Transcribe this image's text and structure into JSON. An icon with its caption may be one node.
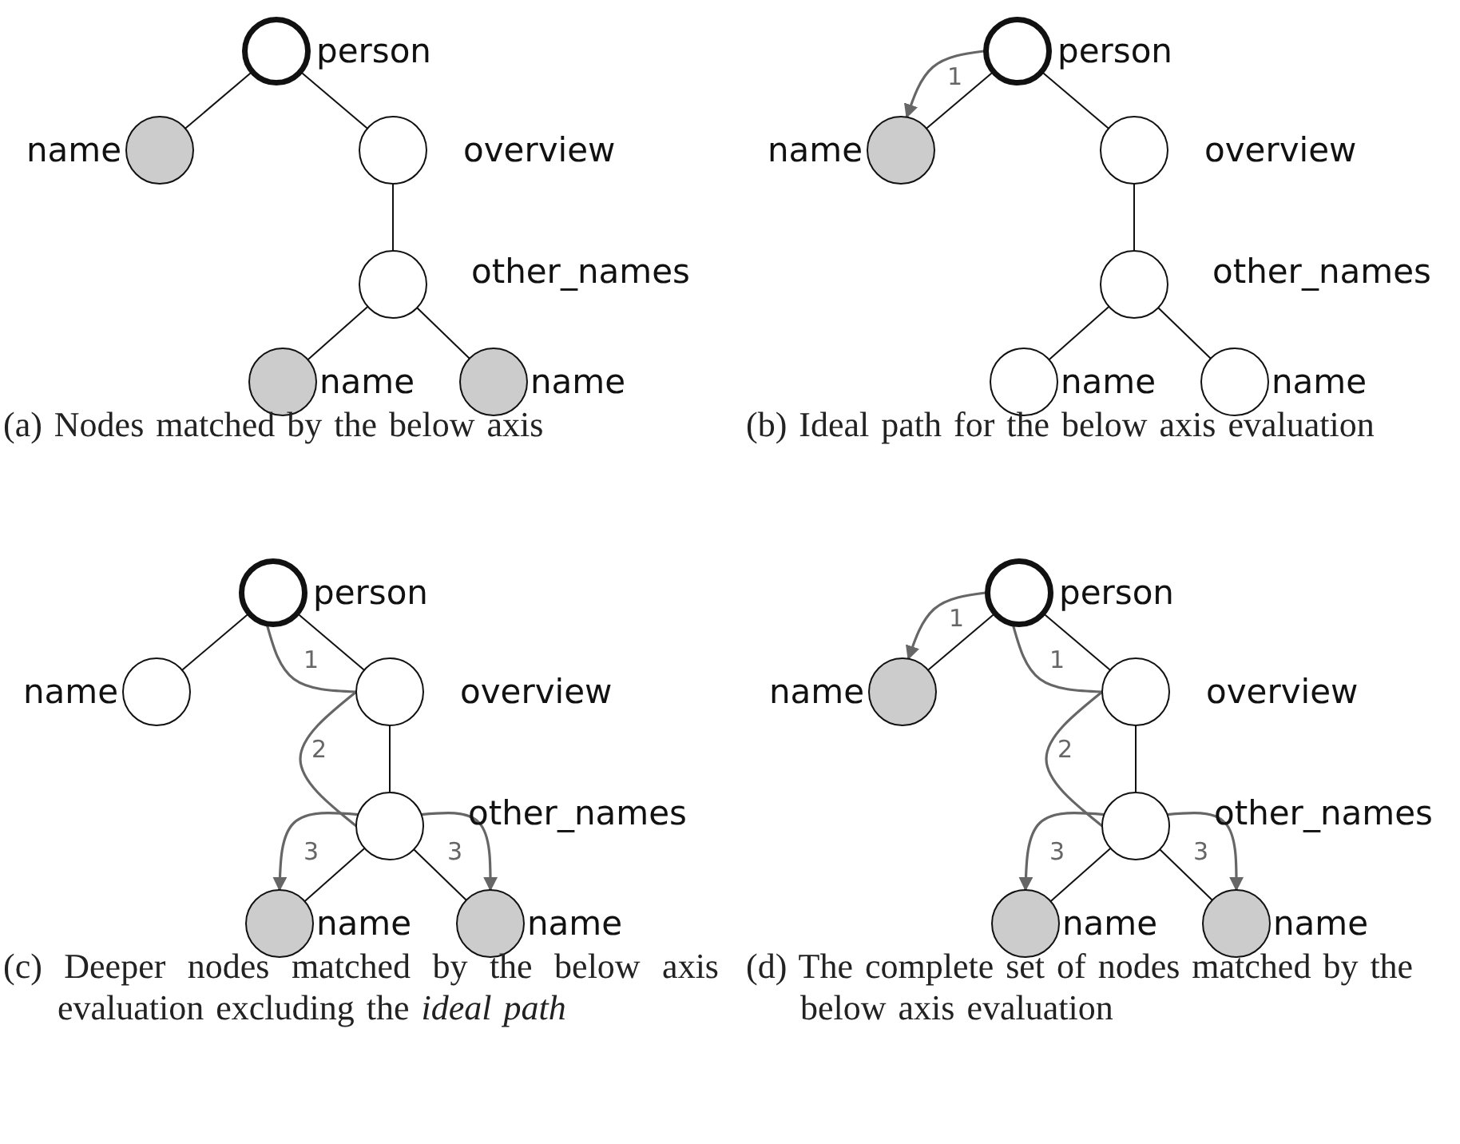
{
  "diagram": {
    "nodes": [
      {
        "text": [
          "person"
        ]
      },
      {
        "text": [
          "name"
        ]
      },
      {
        "text": [
          "overview"
        ]
      },
      {
        "text": [
          "other_names"
        ]
      },
      {
        "text": [
          "name"
        ]
      },
      {
        "text": [
          "name"
        ]
      },
      {
        "text": [
          "person"
        ]
      },
      {
        "text": [
          "name"
        ]
      },
      {
        "text": [
          "overview"
        ]
      },
      {
        "text": [
          "other_names"
        ]
      },
      {
        "text": [
          "name"
        ]
      },
      {
        "text": [
          "name"
        ]
      },
      {
        "text": [
          "person"
        ]
      },
      {
        "text": [
          "name"
        ]
      },
      {
        "text": [
          "overview"
        ]
      },
      {
        "text": [
          "other_names"
        ]
      },
      {
        "text": [
          "name"
        ]
      },
      {
        "text": [
          "name"
        ]
      },
      {
        "text": [
          "person"
        ]
      },
      {
        "text": [
          "name"
        ]
      },
      {
        "text": [
          "overview"
        ]
      },
      {
        "text": [
          "other_names"
        ]
      },
      {
        "text": [
          "name"
        ]
      },
      {
        "text": [
          "name"
        ]
      }
    ],
    "edges": [
      {
        "from": 0,
        "to": 1,
        "arrow": "none"
      },
      {
        "from": 0,
        "to": 2,
        "arrow": "none"
      },
      {
        "from": 2,
        "to": 3,
        "arrow": "none"
      },
      {
        "from": 3,
        "to": 4,
        "arrow": "none"
      },
      {
        "from": 3,
        "to": 5,
        "arrow": "none"
      },
      {
        "from": 6,
        "to": 7,
        "arrow": "none"
      },
      {
        "from": 6,
        "to": 8,
        "arrow": "none"
      },
      {
        "from": 8,
        "to": 9,
        "arrow": "none"
      },
      {
        "from": 9,
        "to": 10,
        "arrow": "none"
      },
      {
        "from": 9,
        "to": 11,
        "arrow": "none"
      },
      {
        "from": 6,
        "to": 7,
        "arrow": "to",
        "label": "1",
        "color": "#666666"
      },
      {
        "from": 12,
        "to": 13,
        "arrow": "none"
      },
      {
        "from": 12,
        "to": 14,
        "arrow": "none"
      },
      {
        "from": 14,
        "to": 15,
        "arrow": "none"
      },
      {
        "from": 15,
        "to": 16,
        "arrow": "none"
      },
      {
        "from": 15,
        "to": 17,
        "arrow": "none"
      },
      {
        "from": 12,
        "to": 14,
        "arrow": "none",
        "label": "1",
        "color": "#666666"
      },
      {
        "from": 14,
        "to": 15,
        "arrow": "none",
        "label": "2",
        "color": "#666666"
      },
      {
        "from": 15,
        "to": 16,
        "arrow": "to",
        "label": "3",
        "color": "#666666"
      },
      {
        "from": 15,
        "to": 17,
        "arrow": "to",
        "label": "3",
        "color": "#666666"
      },
      {
        "from": 18,
        "to": 19,
        "arrow": "none"
      },
      {
        "from": 18,
        "to": 20,
        "arrow": "none"
      },
      {
        "from": 20,
        "to": 21,
        "arrow": "none"
      },
      {
        "from": 21,
        "to": 22,
        "arrow": "none"
      },
      {
        "from": 21,
        "to": 23,
        "arrow": "none"
      },
      {
        "from": 18,
        "to": 19,
        "arrow": "to",
        "label": "1",
        "color": "#666666"
      },
      {
        "from": 18,
        "to": 20,
        "arrow": "none",
        "label": "1",
        "color": "#666666"
      },
      {
        "from": 20,
        "to": 21,
        "arrow": "none",
        "label": "2",
        "color": "#666666"
      },
      {
        "from": 21,
        "to": 22,
        "arrow": "to",
        "label": "3",
        "color": "#666666"
      },
      {
        "from": 21,
        "to": 23,
        "arrow": "to",
        "label": "3",
        "color": "#666666"
      }
    ],
    "labels": [
      "(a) Nodes matched by the below axis",
      "(b) Ideal path for the below axis evaluation",
      "(c) Deeper nodes matched by the below axis evaluation excluding the *ideal path*",
      "(d) The complete set of nodes matched by the below axis evaluation"
    ]
  }
}
